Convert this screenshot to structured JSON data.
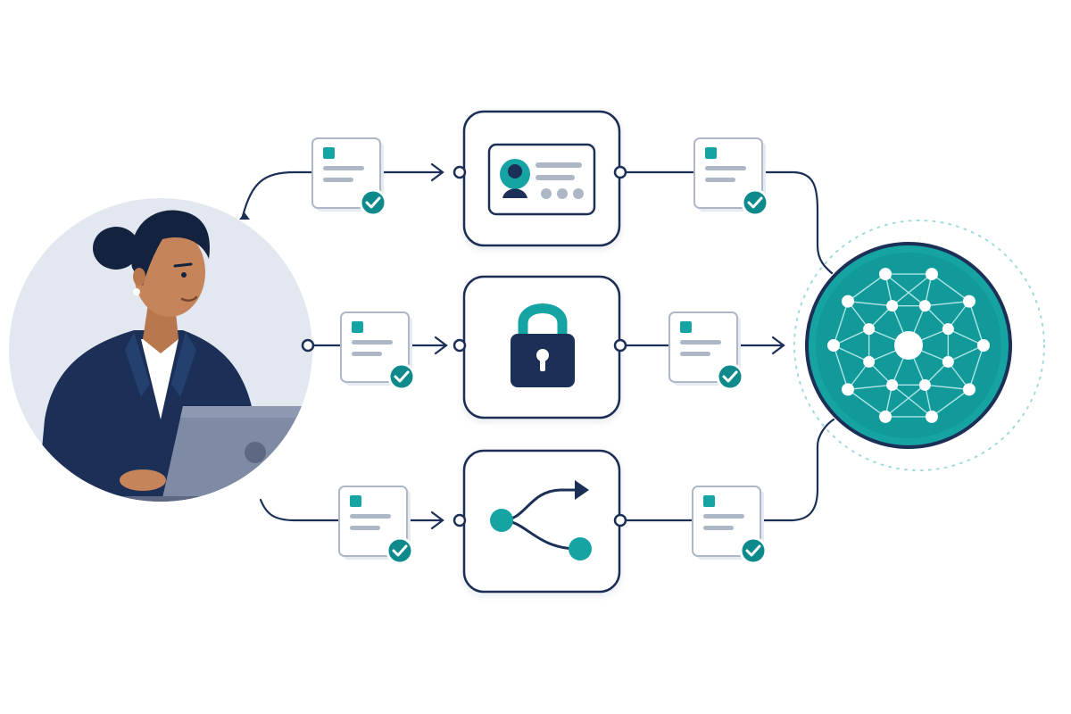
{
  "colors": {
    "navy": "#1b2f57",
    "teal": "#16a3a3",
    "teal_dark": "#0e8a8c",
    "line_gray": "#aeb7c6",
    "card_bg": "#ffffff",
    "circle_bg": "#e3e8f0",
    "laptop": "#7f8aa4"
  },
  "user": {
    "icon": "woman-with-laptop-icon",
    "description_icon": "person-using-laptop"
  },
  "steps": [
    {
      "id": "identity",
      "icon": "id-card-icon"
    },
    {
      "id": "security",
      "icon": "padlock-icon"
    },
    {
      "id": "routing",
      "icon": "branch-arrow-icon"
    }
  ],
  "documents": [
    {
      "side": "input",
      "row": "top",
      "icon": "document-check-icon",
      "status": "verified"
    },
    {
      "side": "input",
      "row": "middle",
      "icon": "document-check-icon",
      "status": "verified"
    },
    {
      "side": "input",
      "row": "bottom",
      "icon": "document-check-icon",
      "status": "verified"
    },
    {
      "side": "output",
      "row": "top",
      "icon": "document-check-icon",
      "status": "verified"
    },
    {
      "side": "output",
      "row": "middle",
      "icon": "document-check-icon",
      "status": "verified"
    },
    {
      "side": "output",
      "row": "bottom",
      "icon": "document-check-icon",
      "status": "verified"
    }
  ],
  "destination": {
    "icon": "neural-network-icon"
  }
}
